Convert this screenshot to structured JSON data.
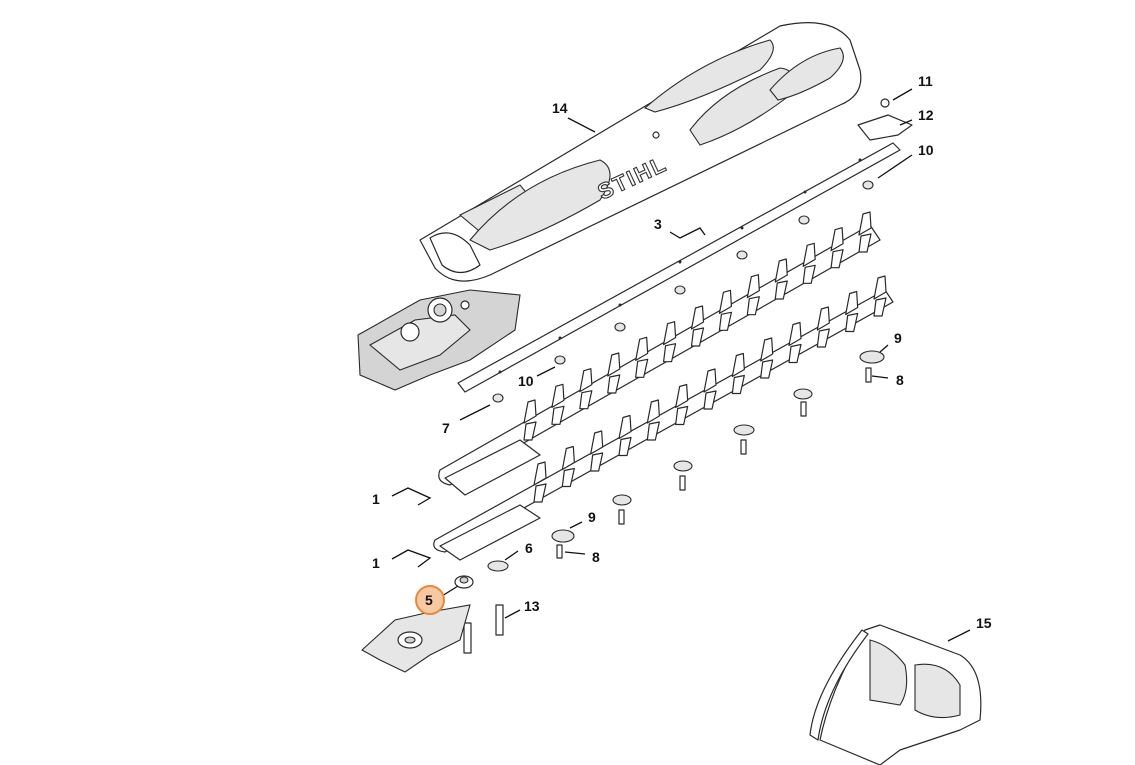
{
  "diagram": {
    "brand_text": "STIHL",
    "highlight_color": "#e8883c",
    "highlighted_part": "5",
    "callouts": [
      {
        "id": "c14",
        "label": "14"
      },
      {
        "id": "c11",
        "label": "11"
      },
      {
        "id": "c12",
        "label": "12"
      },
      {
        "id": "c10a",
        "label": "10"
      },
      {
        "id": "c3",
        "label": "3"
      },
      {
        "id": "c10b",
        "label": "10"
      },
      {
        "id": "c7",
        "label": "7"
      },
      {
        "id": "c9a",
        "label": "9"
      },
      {
        "id": "c8a",
        "label": "8"
      },
      {
        "id": "c1a",
        "label": "1"
      },
      {
        "id": "c1b",
        "label": "1"
      },
      {
        "id": "c9b",
        "label": "9"
      },
      {
        "id": "c6",
        "label": "6"
      },
      {
        "id": "c8b",
        "label": "8"
      },
      {
        "id": "c5",
        "label": "5"
      },
      {
        "id": "c13",
        "label": "13"
      },
      {
        "id": "c15",
        "label": "15"
      }
    ]
  }
}
